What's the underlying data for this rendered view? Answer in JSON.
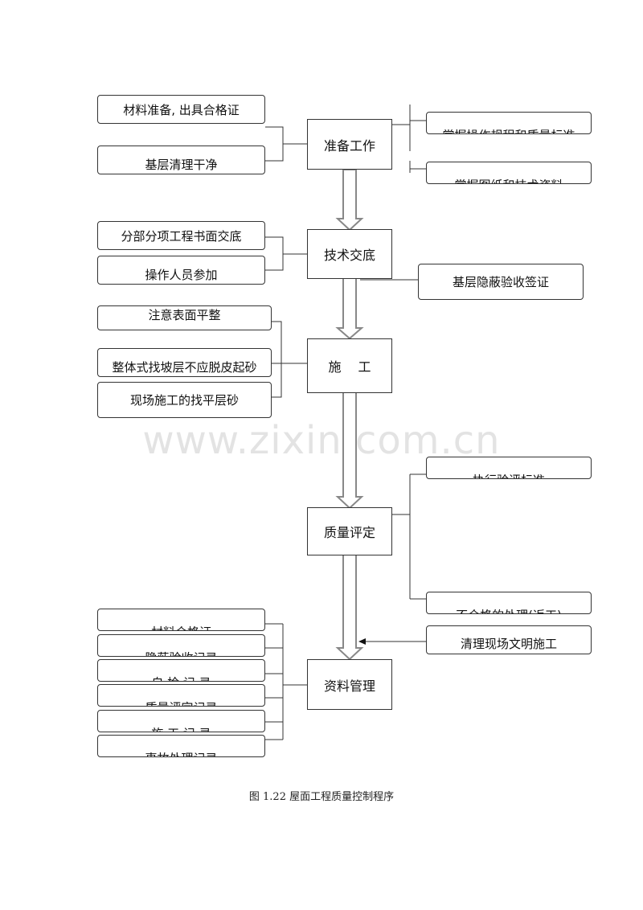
{
  "watermark": "www.zixin.com.cn",
  "caption": "图 1.22  屋面工程质量控制程序",
  "steps": {
    "prep": "准备工作",
    "tech": "技术交底",
    "construct": "施　 工",
    "eval": "质量评定",
    "docs": "资料管理"
  },
  "left": {
    "prep_1": "材料准备, 出具合格证",
    "prep_2": "基层清理干净",
    "tech_1": "分部分项工程书面交底",
    "tech_2": "操作人员参加",
    "cons_1": "注意表面平整",
    "cons_2": "整体式找坡层不应脱皮起砂",
    "cons_3": "现场施工的找平层砂",
    "docs_1": "材料合格证",
    "docs_2": "隐蔽验收记录",
    "docs_3": "自 检 记 录",
    "docs_4": "质量评定记录",
    "docs_5": "施 工 记 录",
    "docs_6": "事故处理记录"
  },
  "right": {
    "prep_1": "掌握操作规程和质量标准",
    "prep_2": "掌握图纸和技术资料",
    "tech_1": "基层隐蔽验收签证",
    "eval_1": "执行验评标准",
    "eval_2": "不合格的处理(返工)",
    "docs_1": "清理现场文明施工"
  },
  "colors": {
    "border": "#333333",
    "arrow_fill": "#ffffff",
    "arrow_stroke": "#888888",
    "watermark": "#e3e3e3"
  }
}
